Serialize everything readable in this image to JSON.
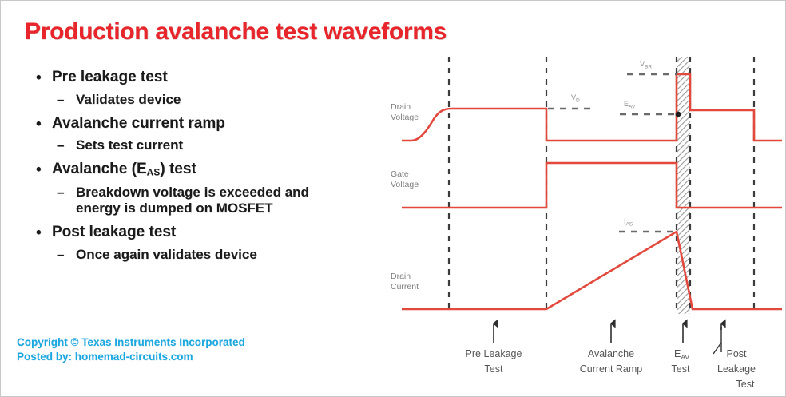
{
  "slide": {
    "title": "Production avalanche test waveforms",
    "background": "#ffffff",
    "title_color": "#e8252a",
    "footer_color": "#1aa8e0",
    "waveform_color": "#e2483c"
  },
  "bullets": [
    {
      "level": 1,
      "marker": "•",
      "text": "Pre leakage test"
    },
    {
      "level": 2,
      "marker": "–",
      "text": "Validates device"
    },
    {
      "level": 1,
      "marker": "•",
      "text": "Avalanche current ramp"
    },
    {
      "level": 2,
      "marker": "–",
      "text": "Sets test current"
    },
    {
      "level": 1,
      "marker": "•",
      "text": "Avalanche (E",
      "sub": "AS",
      "text_after": ") test"
    },
    {
      "level": 2,
      "marker": "–",
      "text": "Breakdown voltage is exceeded and"
    },
    {
      "level": 2,
      "marker": "",
      "text": "energy is dumped on MOSFET",
      "continuation": true
    },
    {
      "level": 1,
      "marker": "•",
      "text": "Post leakage test"
    },
    {
      "level": 2,
      "marker": "–",
      "text": "Once again validates device"
    }
  ],
  "footer": {
    "line1": "Copyright © Texas Instruments Incorporated",
    "line2": "Posted by: homemad-circuits.com"
  },
  "diagram": {
    "axis_labels": [
      {
        "line1": "Drain",
        "line2": "Voltage"
      },
      {
        "line1": "Gate",
        "line2": "Voltage"
      },
      {
        "line1": "Drain",
        "line2": "Current"
      }
    ],
    "annotations": [
      {
        "name": "vd",
        "base": "V",
        "sub": "D"
      },
      {
        "name": "vbr",
        "base": "V",
        "sub": "BR"
      },
      {
        "name": "eav",
        "base": "E",
        "sub": "AV"
      },
      {
        "name": "ias",
        "base": "I",
        "sub": "AS"
      }
    ],
    "phase_labels": [
      {
        "line1": "Pre Leakage",
        "line2": "Test",
        "line3": ""
      },
      {
        "line1": "Avalanche",
        "line2": "Current Ramp",
        "line3": ""
      },
      {
        "line1": "E",
        "sub": "AV",
        "line2": "Test",
        "line3": ""
      },
      {
        "line1": "Post",
        "line2": "Leakage",
        "line3": "Test"
      }
    ]
  },
  "chart_data": {
    "type": "line",
    "title": "Production avalanche test waveforms",
    "xlabel": "",
    "ylabel": "",
    "x_phase_boundaries": [
      80,
      202,
      366,
      382,
      502
    ],
    "series": [
      {
        "name": "Drain Voltage",
        "annotation_high": "V_D",
        "annotation_peak": "V_BR",
        "points": [
          [
            0,
            0
          ],
          [
            18,
            0
          ],
          [
            30,
            46
          ],
          [
            50,
            58
          ],
          [
            80,
            60
          ],
          [
            202,
            60
          ],
          [
            202,
            0
          ],
          [
            366,
            0
          ],
          [
            366,
            136
          ],
          [
            382,
            136
          ],
          [
            382,
            58
          ],
          [
            462,
            58
          ],
          [
            462,
            0
          ],
          [
            502,
            0
          ]
        ]
      },
      {
        "name": "Gate Voltage",
        "points": [
          [
            0,
            0
          ],
          [
            202,
            0
          ],
          [
            202,
            56
          ],
          [
            366,
            56
          ],
          [
            366,
            0
          ],
          [
            502,
            0
          ]
        ]
      },
      {
        "name": "Drain Current",
        "annotation_peak": "I_AS",
        "points": [
          [
            0,
            0
          ],
          [
            202,
            0
          ],
          [
            366,
            96
          ],
          [
            386,
            0
          ],
          [
            502,
            0
          ]
        ]
      }
    ],
    "legend": "none",
    "grid": false,
    "shaded_region": {
      "label": "E_AV Test",
      "x_start": 366,
      "x_end": 382
    }
  }
}
